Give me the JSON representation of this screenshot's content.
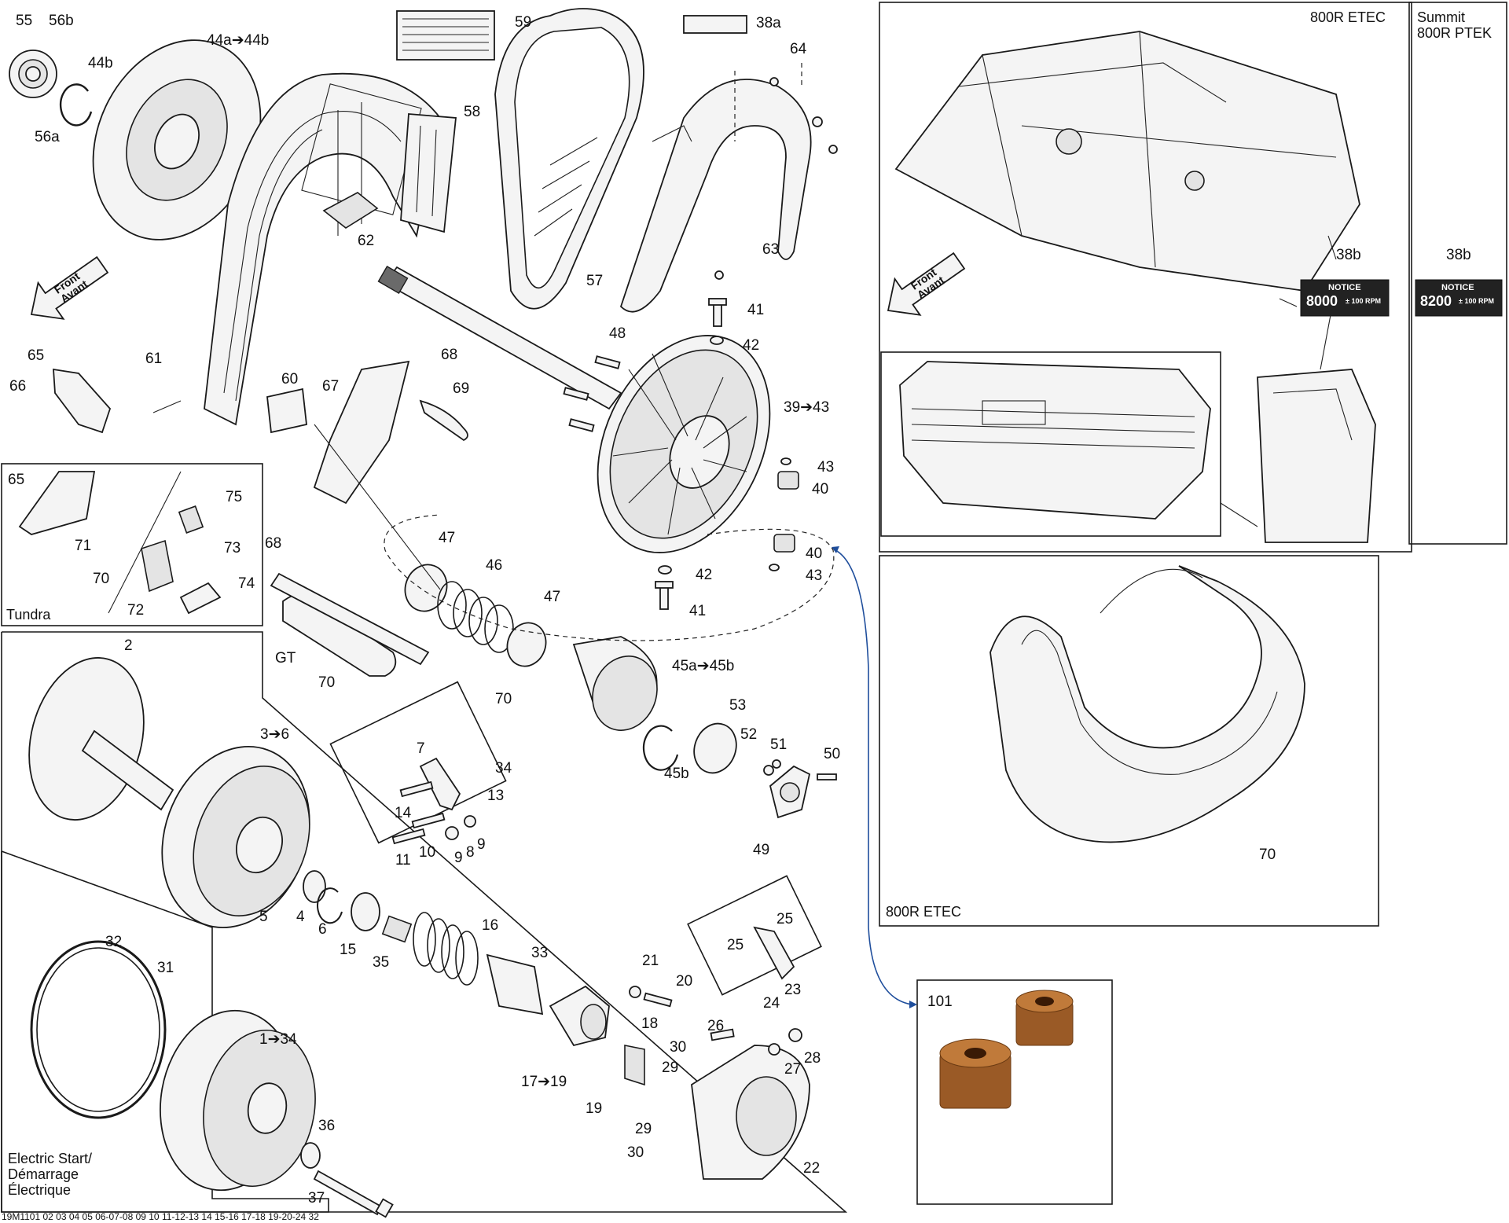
{
  "boxes": {
    "tundra": "Tundra",
    "etec_top": "800R ETEC",
    "summit": [
      "Summit",
      "800R PTEK"
    ],
    "etec_bottom": "800R ETEC",
    "electric_start": [
      "Electric Start/",
      "Démarrage",
      "Électrique"
    ]
  },
  "direction": [
    "Front",
    "Avant"
  ],
  "notices": {
    "etec": {
      "id": "38b",
      "title": "NOTICE",
      "rpm": "8000",
      "tol": "± 100 RPM"
    },
    "ptek": {
      "id": "38b",
      "title": "NOTICE",
      "rpm": "8200",
      "tol": "± 100 RPM"
    }
  },
  "labels": {
    "l55": "55",
    "l56b": "56b",
    "l56a": "56a",
    "l44a": "44a➔44b",
    "l44b": "44b",
    "l59": "59",
    "l58": "58",
    "l62": "62",
    "l57": "57",
    "l38a": "38a",
    "l64": "64",
    "l63": "63",
    "l65": "65",
    "l66": "66",
    "l61": "61",
    "l60": "60",
    "l67": "67",
    "l68a": "68",
    "l69": "69",
    "l68b": "68",
    "l48": "48",
    "l41a": "41",
    "l42a": "42",
    "l39": "39➔43",
    "l43a": "43",
    "l40a": "40",
    "l40b": "40",
    "l43b": "43",
    "l42b": "42",
    "l41b": "41",
    "l47a": "47",
    "l46": "46",
    "l47b": "47",
    "l45a": "45a➔45b",
    "l45b": "45b",
    "l53": "53",
    "l52": "52",
    "l51": "51",
    "l50": "50",
    "l49": "49",
    "lGT": "GT",
    "l70a": "70",
    "l70b": "70",
    "t65": "65",
    "t75": "75",
    "t71": "71",
    "t73": "73",
    "t70": "70",
    "t74": "74",
    "t72": "72",
    "l2": "2",
    "l3": "3➔6",
    "l7": "7",
    "l34b": "34",
    "l13": "13",
    "l14": "14",
    "l10": "10",
    "l9a": "9",
    "l8": "8",
    "l9b": "9",
    "l11": "11",
    "l5": "5",
    "l4": "4",
    "l6": "6",
    "l15": "15",
    "l35": "35",
    "l16": "16",
    "l33": "33",
    "l21": "21",
    "l20": "20",
    "l25a": "25",
    "l25b": "25",
    "l23": "23",
    "l24": "24",
    "l18": "18",
    "l26": "26",
    "l28": "28",
    "l30a": "30",
    "l29a": "29",
    "l27": "27",
    "l17": "17➔19",
    "l19": "19",
    "l29b": "29",
    "l30b": "30",
    "l22": "22",
    "l32": "32",
    "l31": "31",
    "l1": "1➔34",
    "l36": "36",
    "l37": "37",
    "l70c": "70",
    "l101": "101"
  },
  "footer": "19M1101 02 03 04 05 06-07-08 09 10 11-12-13 14 15-16 17-18 19-20-24 32"
}
